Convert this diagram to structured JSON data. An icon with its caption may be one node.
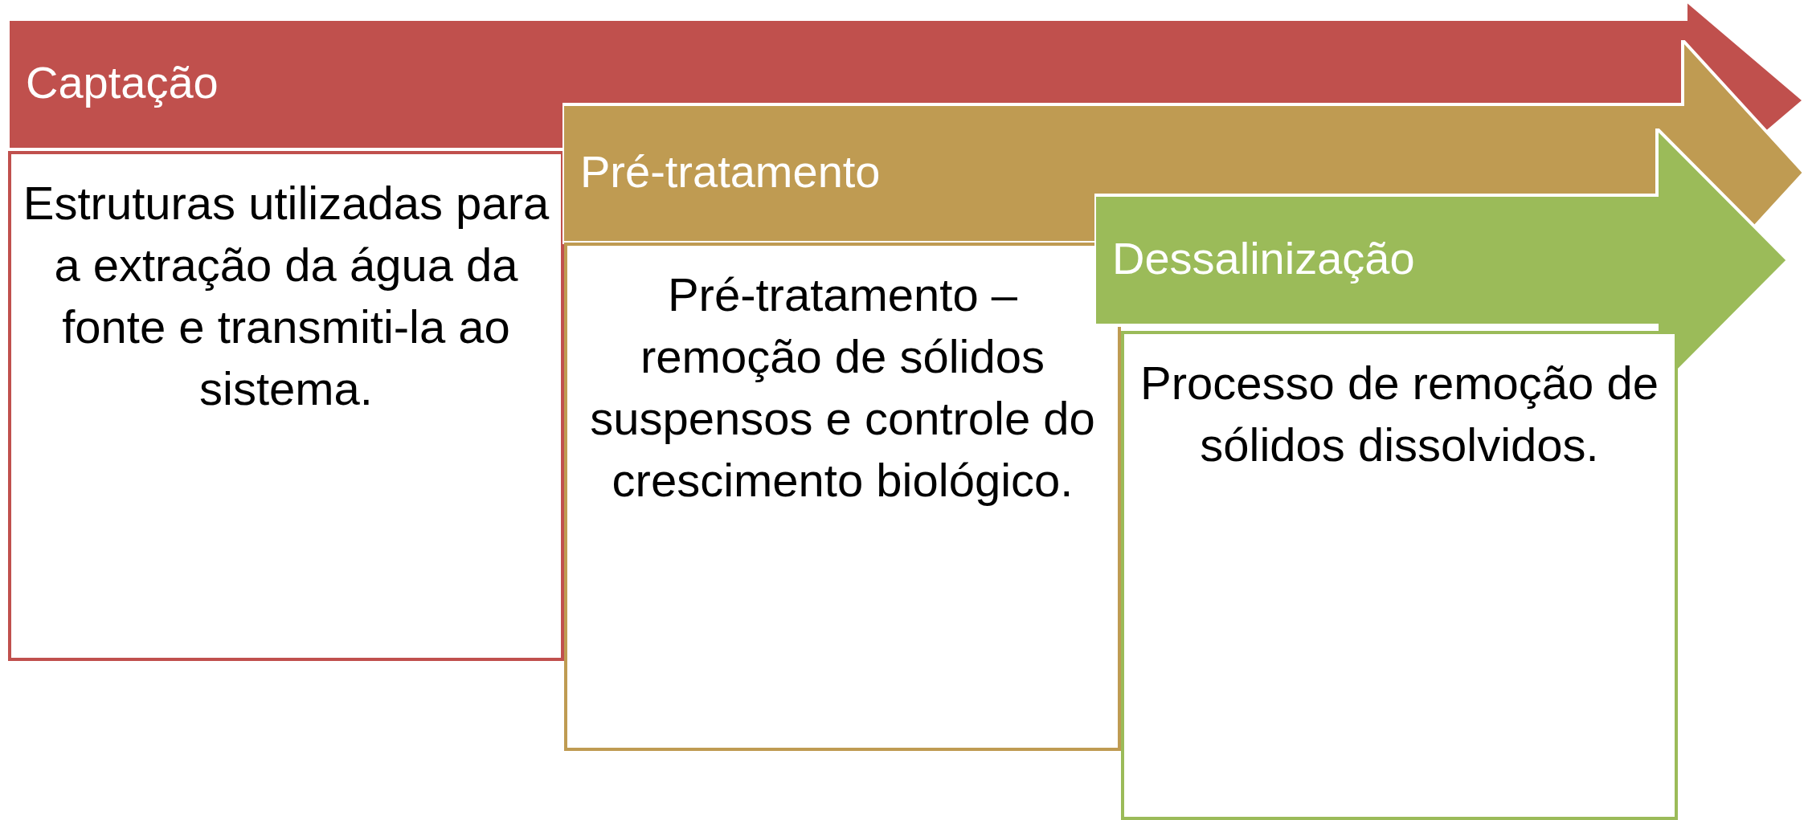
{
  "diagram": {
    "nodes": [
      {
        "text": [
          "Captação"
        ]
      },
      {
        "text": [
          "Estruturas utilizadas para a extração da água da fonte e transmiti-la ao sistema."
        ]
      },
      {
        "text": [
          "Pré-tratamento"
        ]
      },
      {
        "text": [
          "Pré-tratamento – remoção de sólidos suspensos e controle do crescimento biológico."
        ]
      },
      {
        "text": [
          "Dessalinização"
        ]
      },
      {
        "text": [
          "Processo de remoção de sólidos dissolvidos."
        ]
      }
    ]
  }
}
